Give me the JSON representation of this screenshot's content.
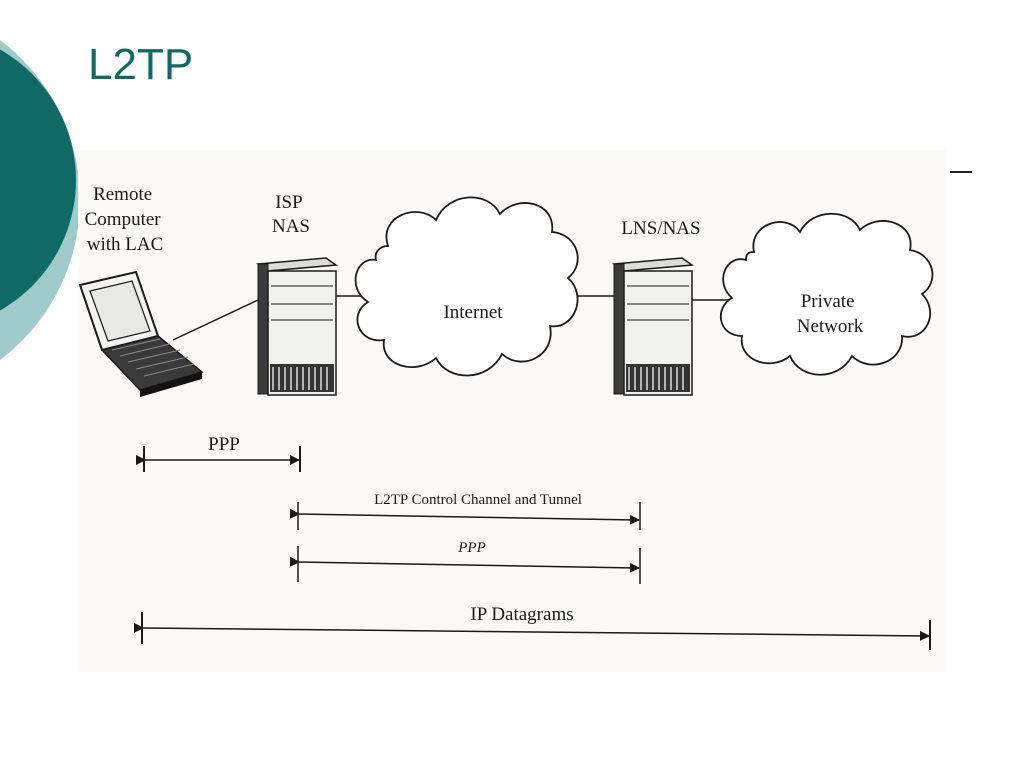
{
  "slide": {
    "title": "L2TP",
    "accent_color": "#0f6a66",
    "accent_light": "#9fcccb"
  },
  "diagram": {
    "nodes": {
      "remote_computer": {
        "lines": [
          "Remote",
          "Computer",
          "with LAC"
        ],
        "icon": "laptop-icon"
      },
      "isp_nas": {
        "lines": [
          "ISP",
          "NAS"
        ],
        "icon": "server-tower-icon"
      },
      "internet": {
        "label": "Internet",
        "icon": "cloud-icon"
      },
      "lns_nas": {
        "label": "LNS/NAS",
        "icon": "server-tower-icon"
      },
      "private_network": {
        "lines": [
          "Private",
          "Network"
        ],
        "icon": "cloud-icon"
      }
    },
    "spans": {
      "ppp_local": "PPP",
      "l2tp_tunnel": "L2TP Control Channel and Tunnel",
      "ppp_tunnel": "PPP",
      "ip_datagrams": "IP Datagrams"
    }
  }
}
